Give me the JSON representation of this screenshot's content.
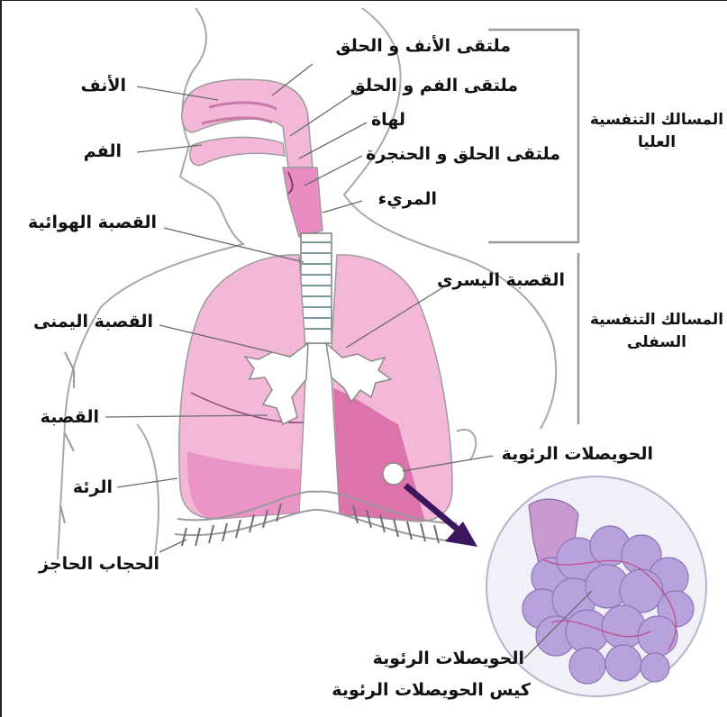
{
  "labels": {
    "nose": "الأنف",
    "mouth": "الفم",
    "nasopharynx": "ملتقى الأنف و الحلق",
    "oropharynx": "ملتقى الفم و الحلق",
    "epiglottis": "لهاة",
    "laryngopharynx": "ملتقى الحلق و الحنجرة",
    "esophagus": "المريء",
    "trachea": "القصبة الهوائية",
    "left_bronchus": "القصبة اليسرى",
    "right_bronchus": "القصبة اليمنى",
    "bronchus": "القصبة",
    "lung": "الرئة",
    "diaphragm": "الحجاب الحاجز",
    "alveoli_top": "الحويصلات الرئوية",
    "alveoli_bottom": "الحويصلات الرئوية",
    "alveolar_sac": "كيس الحويصلات الرئوية"
  },
  "groups": {
    "upper": "المسالك التنفسية العليا",
    "lower": "المسالك التنفسية السفلى"
  },
  "colors": {
    "tissue_light": "#f3b7d8",
    "tissue_mid": "#e98cc2",
    "tissue_dark": "#d45c9c",
    "outline": "#9c9c9c",
    "alveoli": "#b8a2dc",
    "arrow": "#3d1660"
  }
}
